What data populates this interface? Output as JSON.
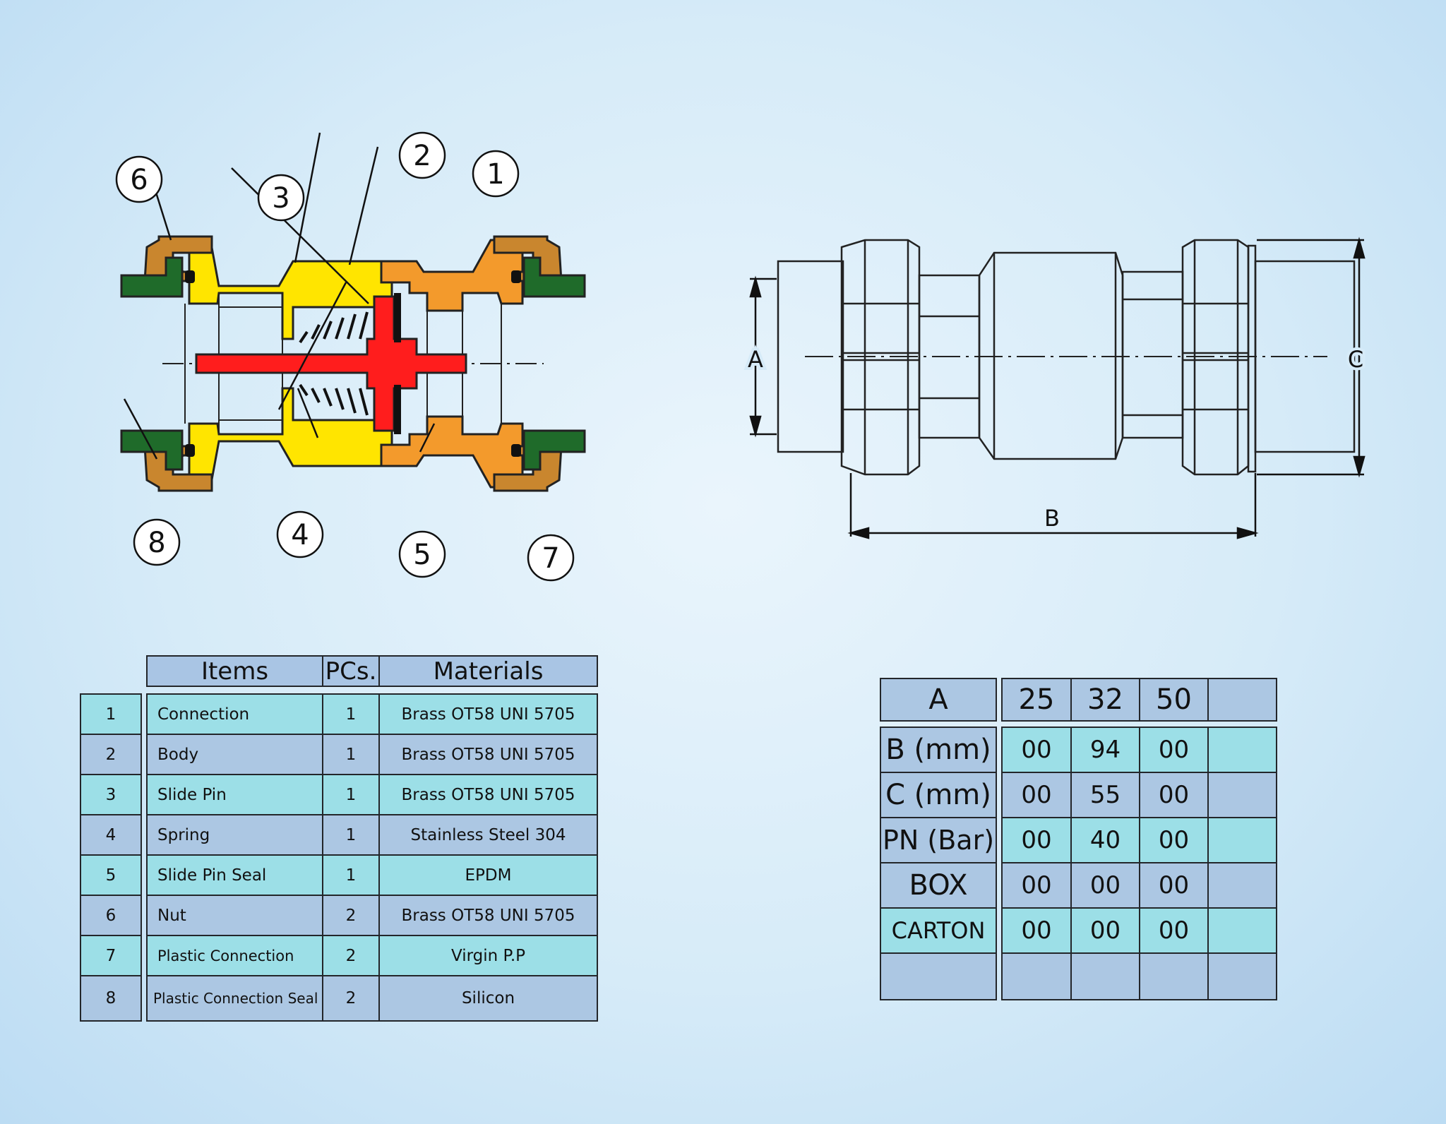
{
  "callouts": [
    "1",
    "2",
    "3",
    "4",
    "5",
    "6",
    "7",
    "8"
  ],
  "dimensions": {
    "a": "A",
    "b": "B",
    "c": "C"
  },
  "parts_table": {
    "headers": {
      "items": "Items",
      "pcs": "PCs.",
      "materials": "Materials"
    },
    "rows": [
      {
        "no": "1",
        "item": "Connection",
        "pcs": "1",
        "material": "Brass OT58 UNI 5705"
      },
      {
        "no": "2",
        "item": "Body",
        "pcs": "1",
        "material": "Brass OT58 UNI 5705"
      },
      {
        "no": "3",
        "item": "Slide Pin",
        "pcs": "1",
        "material": "Brass OT58 UNI 5705"
      },
      {
        "no": "4",
        "item": "Spring",
        "pcs": "1",
        "material": "Stainless Steel 304"
      },
      {
        "no": "5",
        "item": "Slide Pin Seal",
        "pcs": "1",
        "material": "EPDM"
      },
      {
        "no": "6",
        "item": "Nut",
        "pcs": "2",
        "material": "Brass OT58 UNI 5705"
      },
      {
        "no": "7",
        "item": "Plastic Connection",
        "pcs": "2",
        "material": "Virgin P.P"
      },
      {
        "no": "8",
        "item": "Plastic Connection Seal",
        "pcs": "2",
        "material": "Silicon"
      }
    ]
  },
  "spec_table": {
    "header": {
      "label": "A",
      "values": [
        "25",
        "32",
        "50",
        ""
      ]
    },
    "rows": [
      {
        "label": "B (mm)",
        "values": [
          "00",
          "94",
          "00",
          ""
        ]
      },
      {
        "label": "C (mm)",
        "values": [
          "00",
          "55",
          "00",
          ""
        ]
      },
      {
        "label": "PN (Bar)",
        "values": [
          "00",
          "40",
          "00",
          ""
        ]
      },
      {
        "label": "BOX",
        "values": [
          "00",
          "00",
          "00",
          ""
        ]
      },
      {
        "label": "CARTON",
        "values": [
          "00",
          "00",
          "00",
          ""
        ]
      },
      {
        "label": "",
        "values": [
          "",
          "",
          "",
          ""
        ]
      }
    ]
  },
  "colors": {
    "connection": "#f39a2c",
    "body": "#ffe500",
    "slide_pin": "#ff1d1d",
    "nut": "#c9862e",
    "plastic_connection": "#1f6b2a",
    "seal": "#111111",
    "table_aqua": "#9cdfe7",
    "table_steel": "#acc7e3"
  }
}
